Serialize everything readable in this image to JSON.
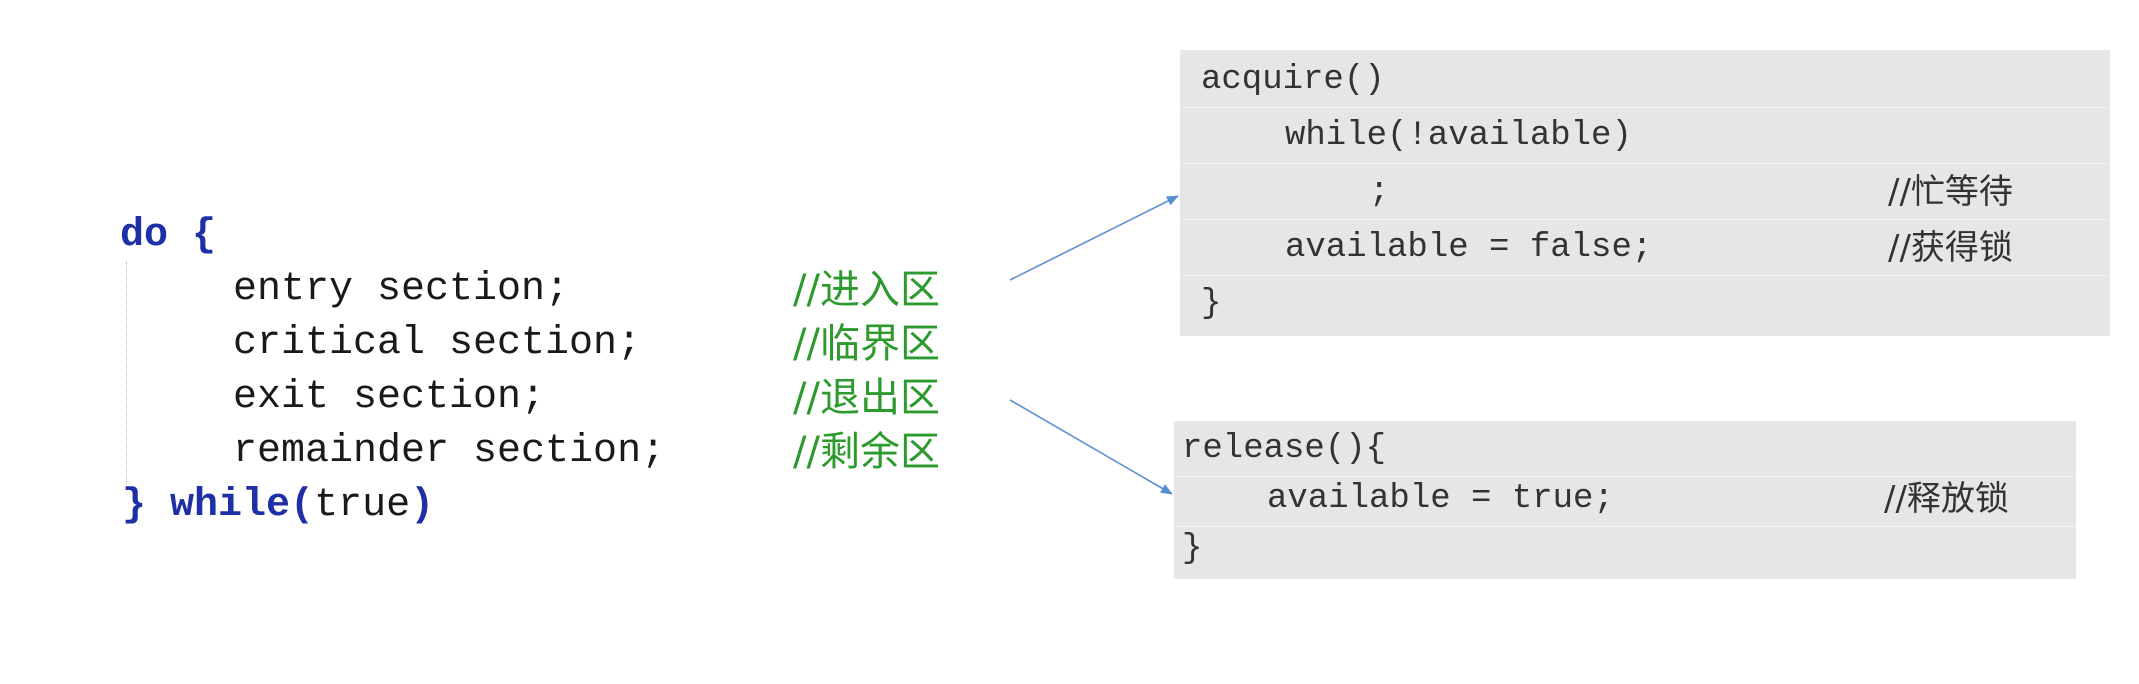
{
  "left_code": {
    "do_keyword": "do",
    "open_brace": " {",
    "lines": [
      {
        "code": "entry section;",
        "comment": "//进入区"
      },
      {
        "code": "critical section;",
        "comment": "//临界区"
      },
      {
        "code": "exit section;",
        "comment": "//退出区"
      },
      {
        "code": "remainder section;",
        "comment": "//剩余区"
      }
    ],
    "close_brace": "}",
    "while_keyword": "while(",
    "while_cond": "true",
    "while_close": ")"
  },
  "acquire_box": {
    "lines": [
      {
        "code": "acquire()",
        "comment": ""
      },
      {
        "code": "while(!available)",
        "comment": ""
      },
      {
        "code": ";",
        "comment": "//忙等待"
      },
      {
        "code": "available = false;",
        "comment": "//获得锁"
      },
      {
        "code": "}",
        "comment": ""
      }
    ]
  },
  "release_box": {
    "lines": [
      {
        "code": "release(){",
        "comment": ""
      },
      {
        "code": "available = true;",
        "comment": "//释放锁"
      },
      {
        "code": "}",
        "comment": ""
      }
    ]
  },
  "colors": {
    "keyword": "#1f2fa5",
    "comment": "#2d9a2d",
    "code": "#1a1a1a",
    "box_background": "#e6e6e6",
    "arrow": "#5b8fd4"
  }
}
